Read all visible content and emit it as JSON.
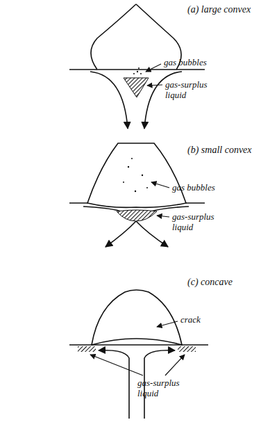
{
  "diagram": {
    "labels": [
      "(a) large convex",
      "gas bubbles",
      "gas-surplus liquid",
      "(b) small convex",
      "gas bubbles",
      "gas-surplus liquid",
      "(c) concave",
      "crack",
      "gas-surplus liquid"
    ]
  }
}
